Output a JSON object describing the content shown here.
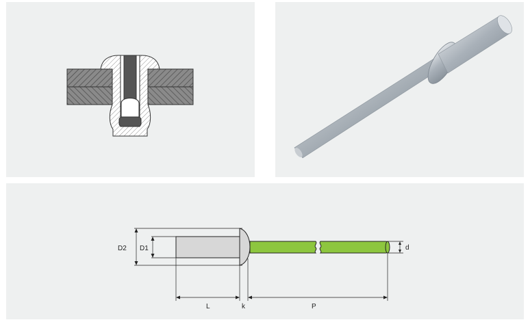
{
  "colors": {
    "panel_background": "#eef0f0",
    "rivet_body": "#d7d7d7",
    "mandrel": "#8dc63f",
    "section_plate": "#6e6e6e",
    "section_hatch_bg": "#ffffff",
    "mandrel_section": "#555555",
    "dimension_line": "#222222"
  },
  "images": {
    "cross_section": "blind-rivet-cross-section-icon",
    "product_photo": "blind-rivet-photo-icon"
  },
  "dimensions": {
    "D2": "D2",
    "D1": "D1",
    "L": "L",
    "k": "k",
    "P": "P",
    "d": "d"
  }
}
